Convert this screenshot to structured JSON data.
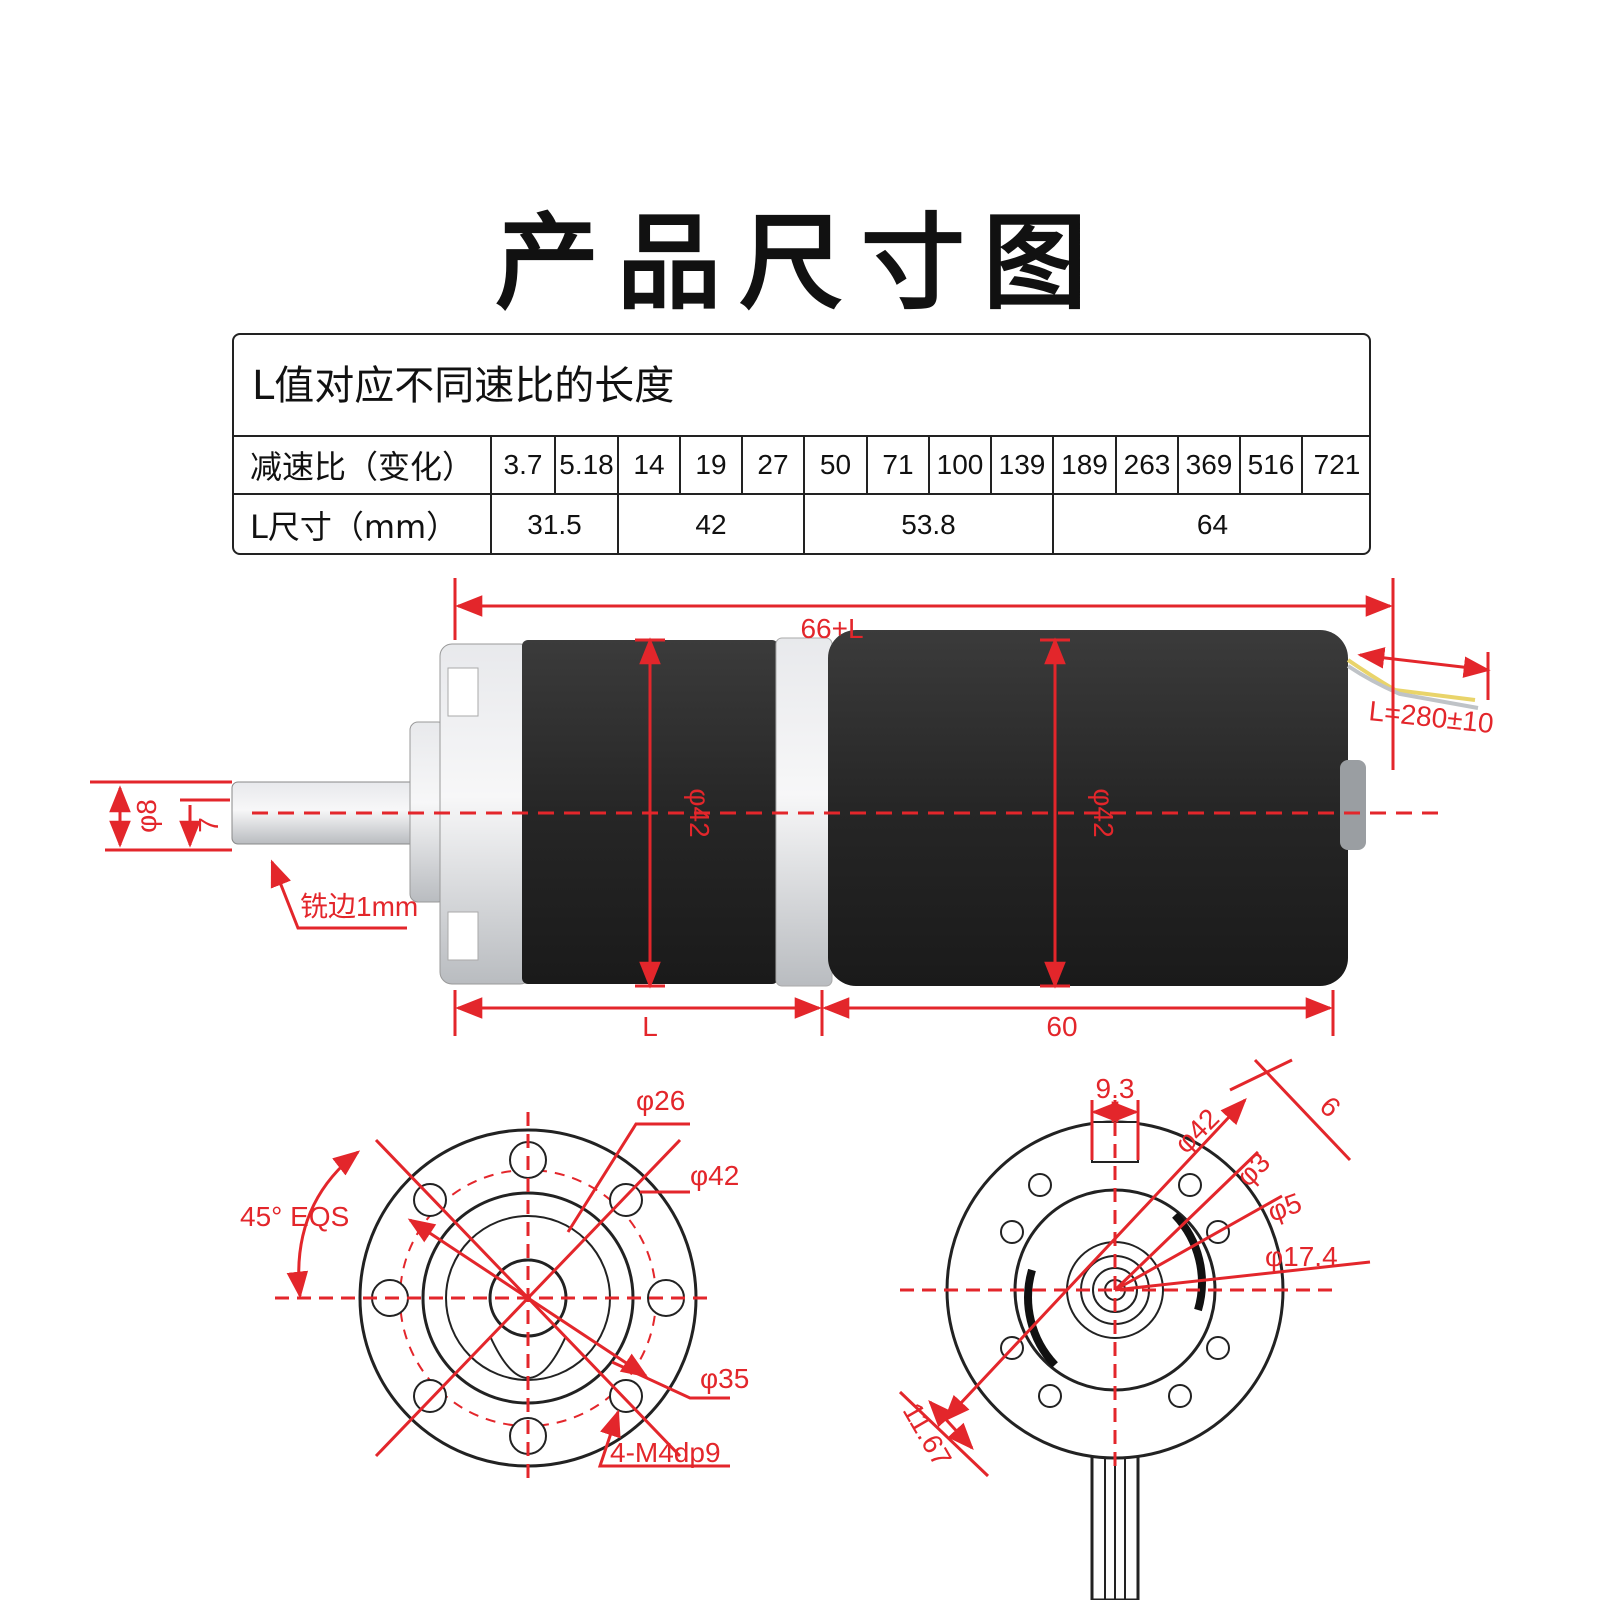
{
  "title": "产品尺寸图",
  "table": {
    "caption": "L值对应不同速比的长度",
    "ratio_label": "减速比（变化）",
    "length_label": "L尺寸（mm）",
    "ratios": [
      "3.7",
      "5.18",
      "14",
      "19",
      "27",
      "50",
      "71",
      "100",
      "139",
      "189",
      "263",
      "369",
      "516",
      "721"
    ],
    "lengths": [
      "31.5",
      "42",
      "53.8",
      "64"
    ]
  },
  "side_view": {
    "total_length": "66+L",
    "gearbox_length": "L",
    "motor_length": "60",
    "gearbox_diameter": "φ42",
    "motor_diameter": "φ42",
    "shaft_diameter": "φ8",
    "shaft_flat": "7",
    "flat_note": "铣边1mm",
    "cable_length": "L=280±10"
  },
  "front_view": {
    "pcd_26": "φ26",
    "dia_42": "φ42",
    "pcd_35": "φ35",
    "angle": "45° EQS",
    "thread": "4-M4dp9"
  },
  "rear_view": {
    "width_93": "9.3",
    "dia_42": "φ42",
    "dim_6": "6",
    "hole_3": "φ3",
    "dia_5": "φ5",
    "dia_174": "φ17.4",
    "dim_1167": "11.67"
  },
  "colors": {
    "dimension": "#e3262b",
    "motor_body": "#2a2a2a",
    "gearbox": "#c9cbce",
    "outline": "#222222"
  }
}
